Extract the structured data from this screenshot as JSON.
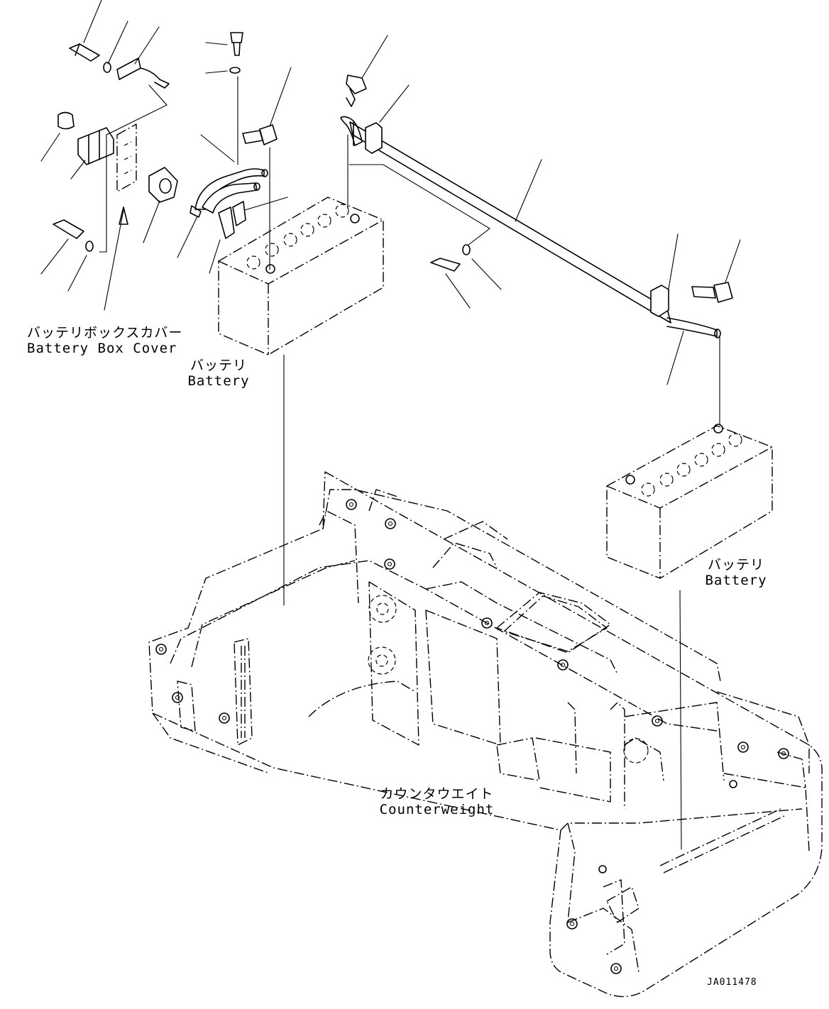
{
  "labels": {
    "battery_box_cover": {
      "jp": "バッテリボックスカバー",
      "en": "Battery Box Cover"
    },
    "battery_left": {
      "jp": "バッテリ",
      "en": "Battery"
    },
    "battery_right": {
      "jp": "バッテリ",
      "en": "Battery"
    },
    "counterweight": {
      "jp": "カウンタウエイト",
      "en": "Counterweight"
    }
  },
  "drawing_ref": "JA011478"
}
